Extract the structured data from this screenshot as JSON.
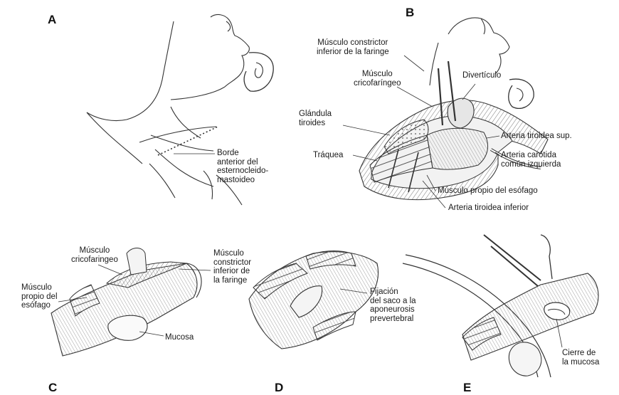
{
  "panels": {
    "A": {
      "letter": "A",
      "label_borde": "Borde\nanterior del\nesternocleido-\nmastoideo"
    },
    "B": {
      "letter": "B",
      "label_constrictor": "Músculo constrictor\ninferior de la faringe",
      "label_cricofaringeo": "Músculo\ncricofaríngeo",
      "label_diverticulo": "Divertículo",
      "label_tiroides": "Glándula\ntiroides",
      "label_traquea": "Tráquea",
      "label_art_sup": "Arteria tiroidea sup.",
      "label_carotida": "Arteria carótida\ncomún izquierda",
      "label_musc_propio": "Músculo propio del esófago",
      "label_art_inf": "Arteria tiroidea inferior"
    },
    "C": {
      "letter": "C",
      "label_cricofaringeo": "Músculo\ncricofaringeo",
      "label_propio": "Músculo\npropio del\nesófago",
      "label_constrictor": "Músculo\nconstrictor\ninferior de\nla faringe",
      "label_mucosa": "Mucosa"
    },
    "D": {
      "letter": "D",
      "label_fijacion": "Fijación\ndel saco a la\naponeurosis\nprevertebral"
    },
    "E": {
      "letter": "E",
      "label_cierre": "Cierre de\nla mucosa"
    }
  }
}
